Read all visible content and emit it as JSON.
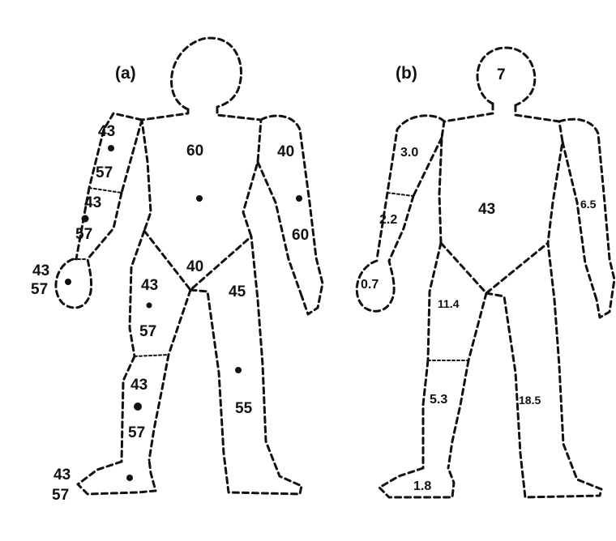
{
  "panels": {
    "a": {
      "title": "(a)",
      "labels": {
        "torso_front": "60",
        "torso_back": "40",
        "right_upper_arm_front": "43",
        "right_upper_arm_back": "57",
        "right_forearm_front": "43",
        "right_forearm_back": "57",
        "right_hand_front": "43",
        "right_hand_back": "57",
        "left_arm_front": "40",
        "left_arm_back": "60",
        "right_thigh_front": "43",
        "right_thigh_back": "57",
        "right_calf_front": "43",
        "right_calf_back": "57",
        "right_foot_front": "43",
        "right_foot_back": "57",
        "left_leg_front": "45",
        "left_leg_back": "55"
      }
    },
    "b": {
      "title": "(b)",
      "labels": {
        "head": "7",
        "trunk": "43",
        "upper_arm": "3.0",
        "forearm": "2.2",
        "hand": "0.7",
        "whole_arm": "6.5",
        "thigh": "11.4",
        "lower_leg": "5.3",
        "foot": "1.8",
        "whole_leg": "18.5"
      }
    }
  }
}
